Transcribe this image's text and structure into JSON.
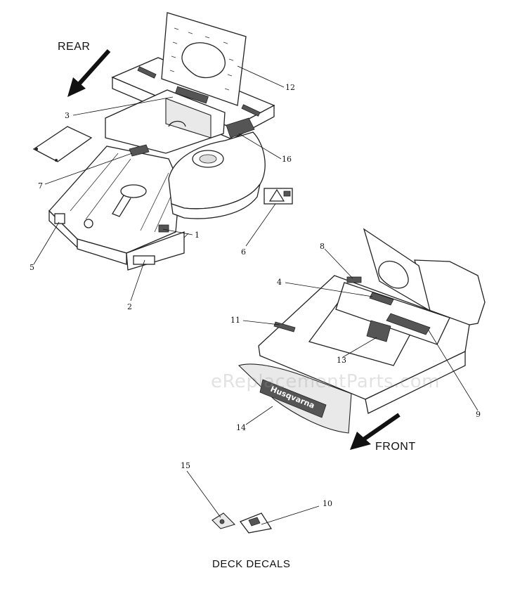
{
  "labels": {
    "rear": "REAR",
    "front": "FRONT",
    "caption": "DECK DECALS",
    "watermark": "eReplacementParts.com"
  },
  "callouts": [
    "1",
    "2",
    "3",
    "4",
    "5",
    "6",
    "7",
    "8",
    "9",
    "10",
    "11",
    "12",
    "13",
    "14",
    "15",
    "16"
  ],
  "logo_text": "Husqvarna",
  "colors": {
    "line": "#222222",
    "shade": "#e9e9e9",
    "watermark": "#969696"
  }
}
